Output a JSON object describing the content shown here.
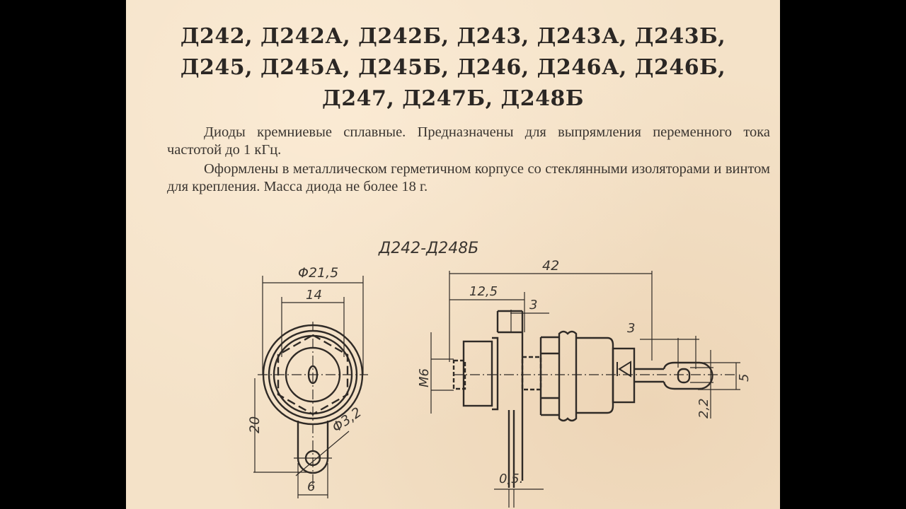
{
  "document": {
    "title_lines": [
      "Д242, Д242А, Д242Б, Д243, Д243А, Д243Б,",
      "Д245, Д245А, Д245Б, Д246, Д246А, Д246Б,",
      "Д247, Д247Б, Д248Б"
    ],
    "paragraphs": [
      "Диоды кремниевые сплавные. Предназначены для выпрямления переменного тока частотой до 1 кГц.",
      "Оформлены в металлическом герметичном корпусе со стеклянными изоляторами и винтом для крепления. Масса диода не более 18 г."
    ]
  },
  "drawing": {
    "caption": "Д242-Д248Б",
    "front_view": {
      "dim_outer_diameter": "Φ21,5",
      "dim_hex": "14",
      "dim_height": "20",
      "dim_hole": "Φ3,2",
      "dim_tab_width": "6"
    },
    "side_view": {
      "dim_total_length": "42",
      "dim_thread_length": "12,5",
      "dim_flange": "3",
      "dim_thread": "М6",
      "dim_lead_hole": "3",
      "dim_lead_width": "5",
      "dim_lead_slot": "2,2",
      "dim_tab_thickness": "0,5.",
      "diode_symbol": "diode-symbol"
    }
  },
  "colors": {
    "paper": "#f4e2c8",
    "ink": "#2b2724",
    "background": "#000000"
  }
}
